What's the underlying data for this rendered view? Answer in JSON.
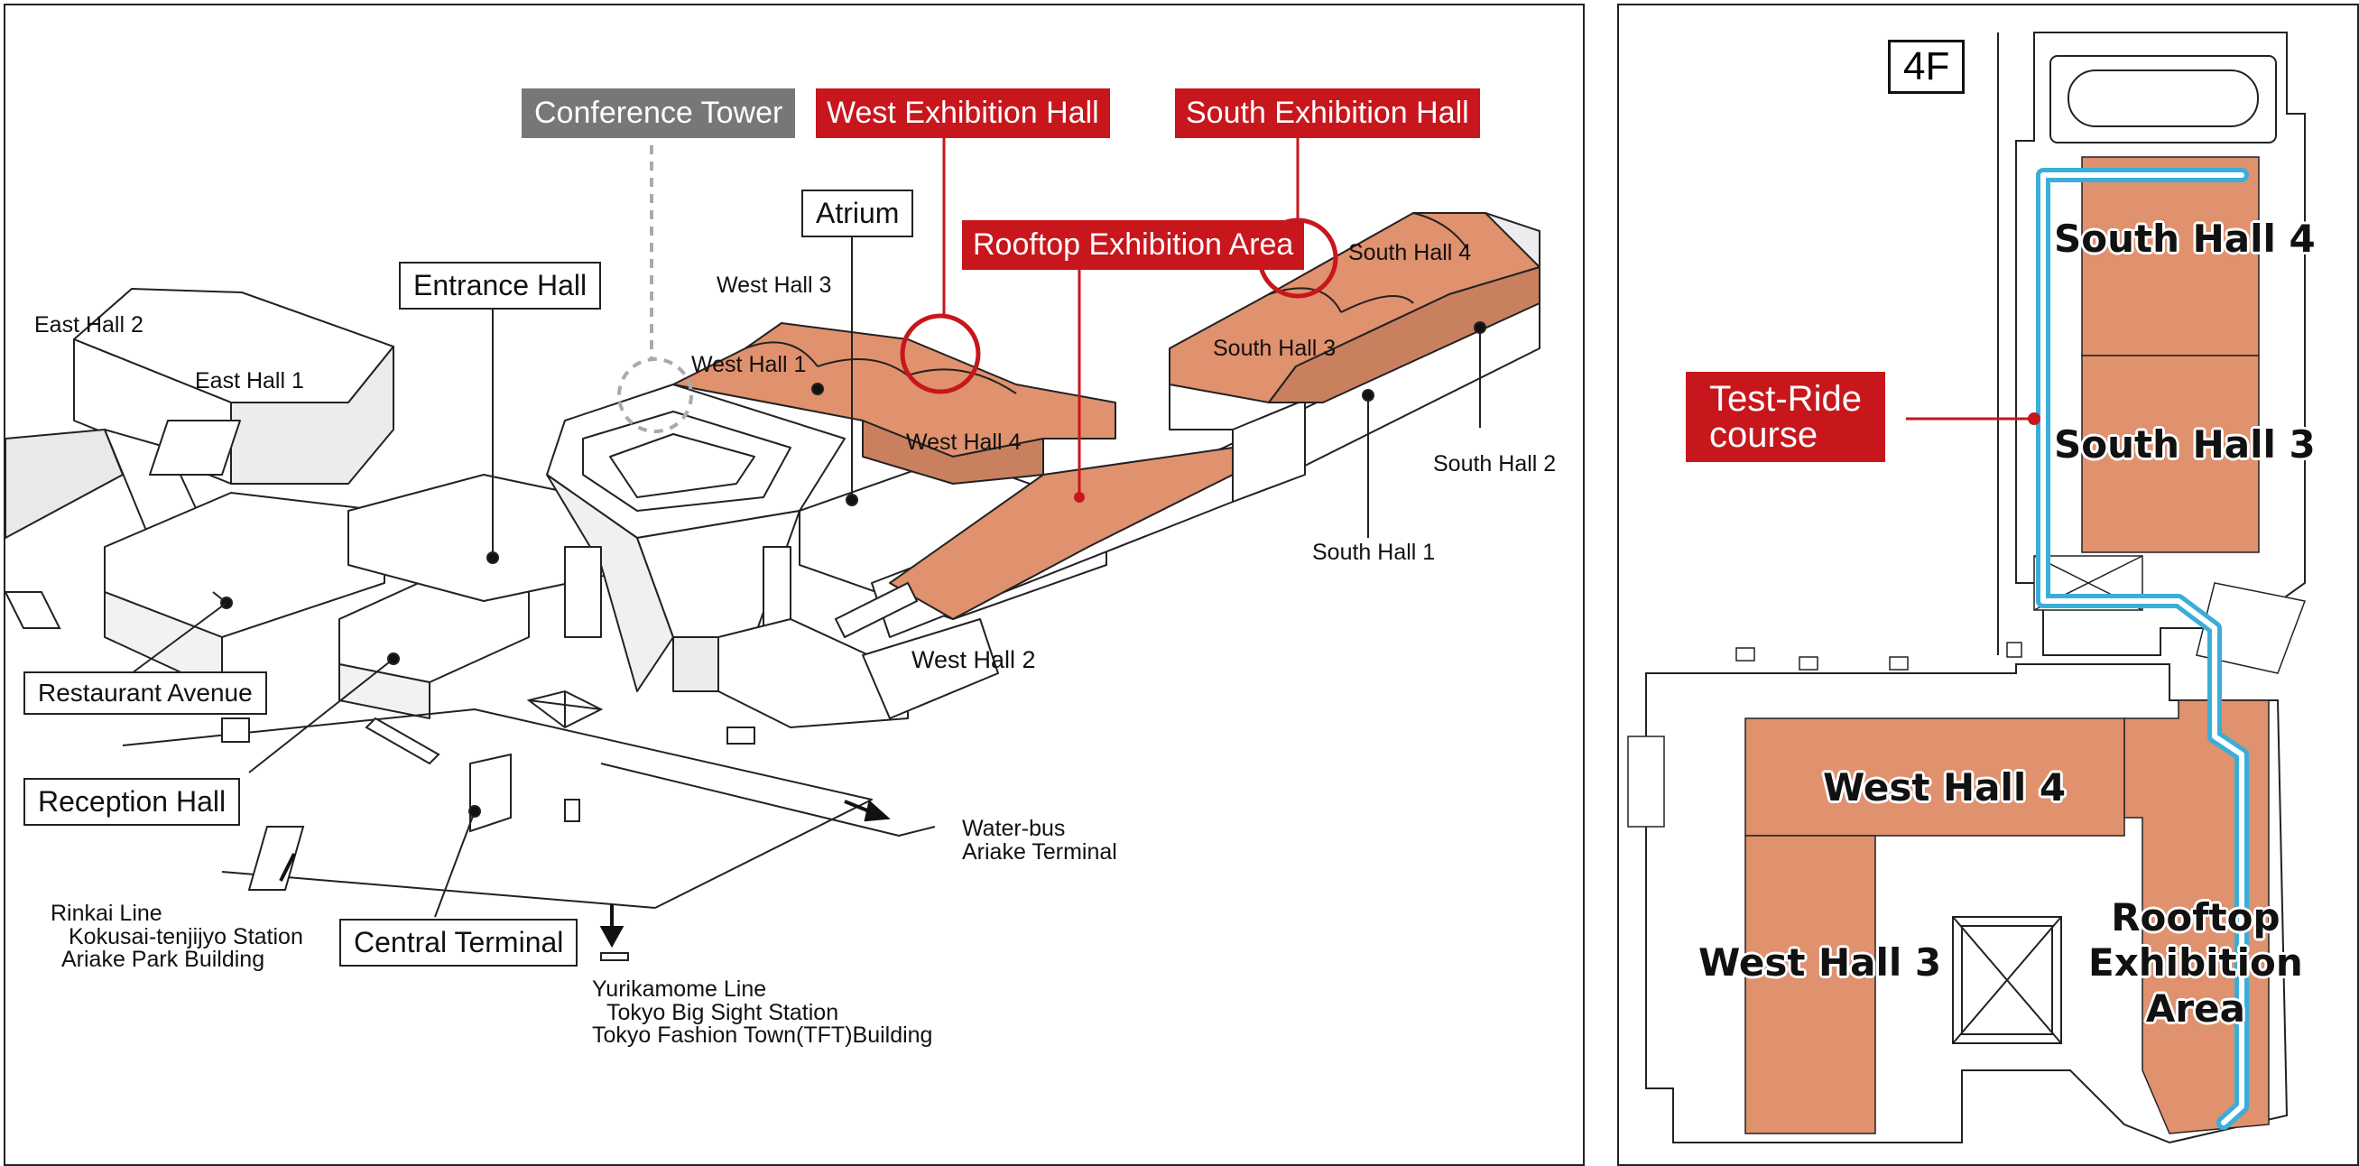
{
  "left_map": {
    "callouts": {
      "conference_tower": "Conference Tower",
      "west_exhibition_hall": "West Exhibition Hall",
      "south_exhibition_hall": "South  Exhibition Hall",
      "rooftop_exhibition_area": "Rooftop Exhibition Area",
      "atrium": "Atrium",
      "entrance_hall": "Entrance Hall",
      "restaurant_avenue": "Restaurant Avenue",
      "reception_hall": "Reception Hall",
      "central_terminal": "Central Terminal"
    },
    "labels": {
      "east_hall_2": "East Hall 2",
      "east_hall_1": "East Hall 1",
      "west_hall_3": "West Hall 3",
      "west_hall_1": "West Hall 1",
      "west_hall_4": "West Hall 4",
      "west_hall_2": "West Hall 2",
      "south_hall_4": "South Hall 4",
      "south_hall_3": "South  Hall 3",
      "south_hall_2": "South Hall 2",
      "south_hall_1": "South Hall 1"
    },
    "transit": {
      "water_bus": [
        "Water-bus",
        "Ariake Terminal"
      ],
      "rinkai": [
        "Rinkai Line",
        "Kokusai-tenjijyo Station",
        "Ariake Park Building"
      ],
      "yurikamome": [
        "Yurikamome Line",
        "Tokyo Big Sight Station",
        "Tokyo Fashion Town(TFT)Building"
      ]
    }
  },
  "right_map": {
    "floor": "4F",
    "test_ride": [
      "Test-Ride",
      "course"
    ],
    "halls": {
      "south_hall_4": "South Hall 4",
      "south_hall_3": "South Hall 3",
      "west_hall_4": "West Hall 4",
      "west_hall_3": "West Hall 3",
      "rooftop": [
        "Rooftop",
        "Exhibition",
        "Area"
      ]
    }
  },
  "colors": {
    "hall_fill": "#e0916d",
    "accent_red": "#c8161d",
    "course_blue": "#3aaed8",
    "callout_gray": "#777777"
  }
}
